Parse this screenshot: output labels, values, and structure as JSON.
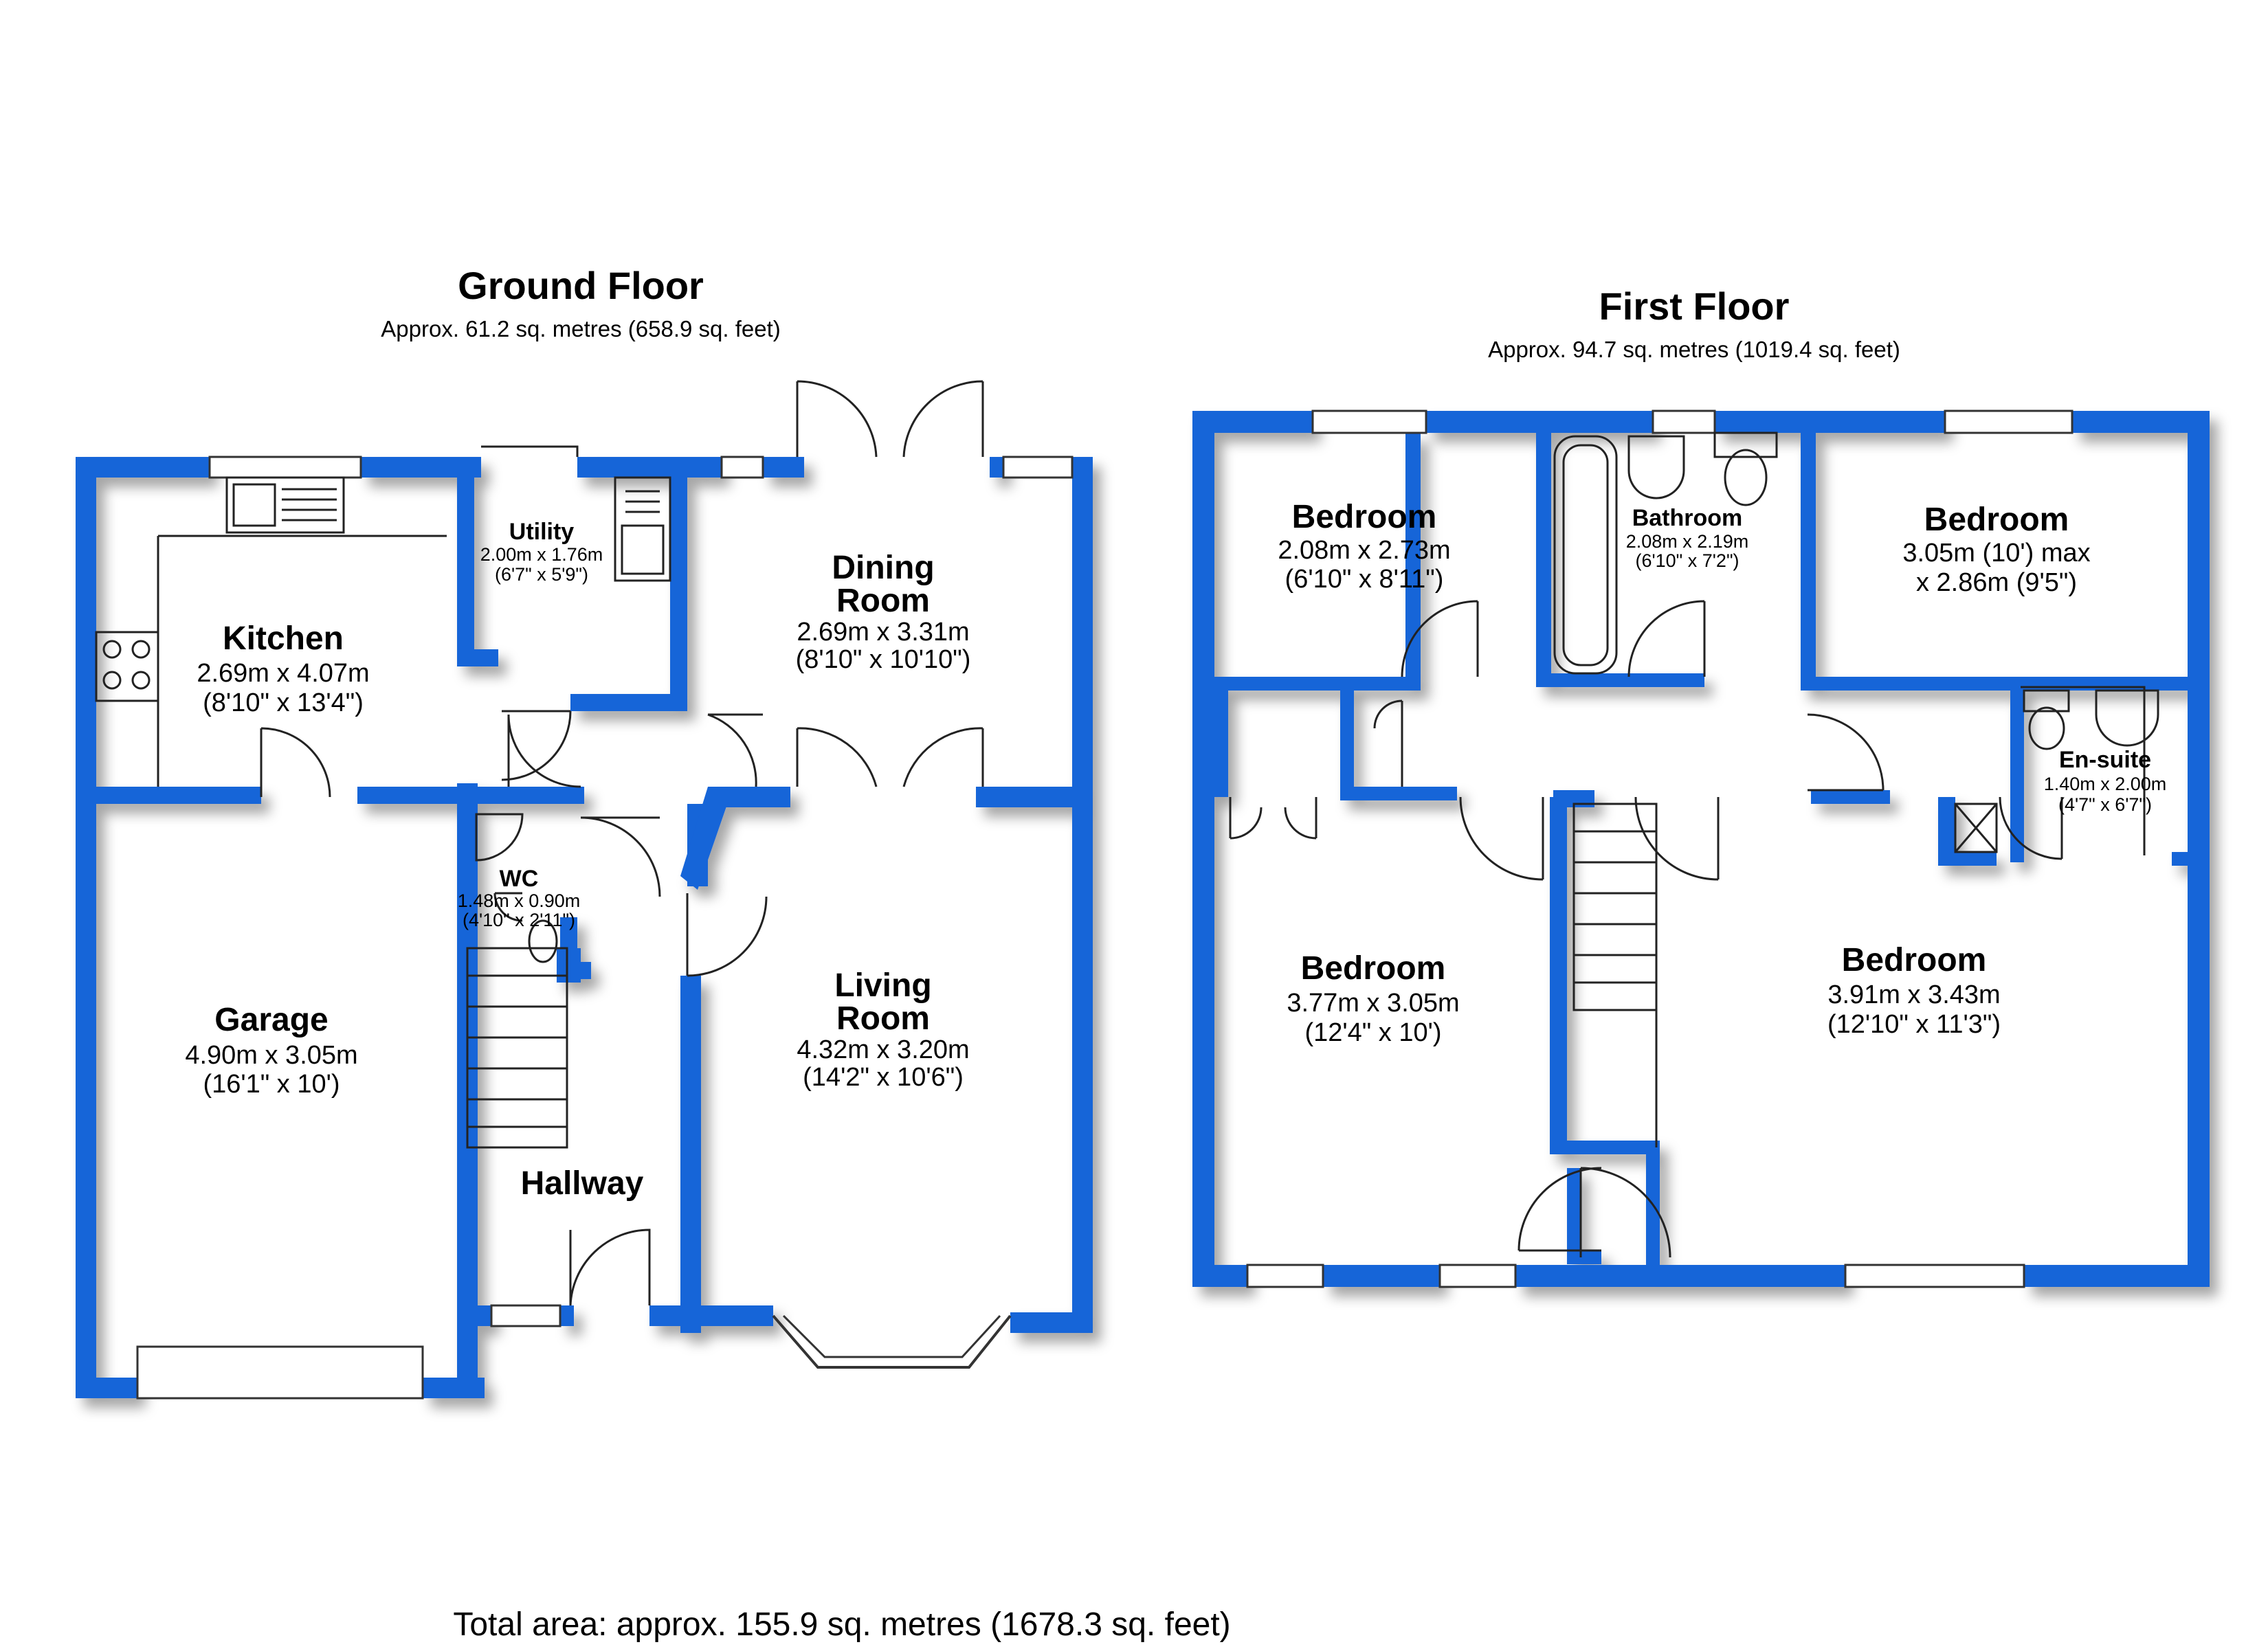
{
  "plan": {
    "ground_floor": {
      "title": "Ground Floor",
      "area": "Approx. 61.2 sq. metres (658.9 sq. feet)",
      "rooms": [
        {
          "name": "Kitchen",
          "dims": "2.69m x 4.07m",
          "imperial": "(8'10\" x 13'4\")"
        },
        {
          "name": "Utility",
          "dims": "2.00m x 1.76m",
          "imperial": "(6'7\" x 5'9\")"
        },
        {
          "name_lines": [
            "Dining",
            "Room"
          ],
          "dims": "2.69m x 3.31m",
          "imperial": "(8'10\" x 10'10\")"
        },
        {
          "name": "WC",
          "dims": "1.48m x 0.90m",
          "imperial": "(4'10\" x 2'11\")"
        },
        {
          "name": "Garage",
          "dims": "4.90m x 3.05m",
          "imperial": "(16'1\" x 10')"
        },
        {
          "name_lines": [
            "Living",
            "Room"
          ],
          "dims": "4.32m x 3.20m",
          "imperial": "(14'2\" x 10'6\")"
        },
        {
          "name": "Hallway"
        }
      ]
    },
    "first_floor": {
      "title": "First Floor",
      "area": "Approx. 94.7 sq. metres (1019.4 sq. feet)",
      "rooms": [
        {
          "name": "Bedroom",
          "dims": "2.08m x 2.73m",
          "imperial": "(6'10\" x 8'11\")"
        },
        {
          "name": "Bathroom",
          "dims": "2.08m x 2.19m",
          "imperial": "(6'10\" x 7'2\")"
        },
        {
          "name": "Bedroom",
          "dims": "3.05m (10') max",
          "imperial": "x 2.86m (9'5\")"
        },
        {
          "name": "En-suite",
          "dims": "1.40m x 2.00m",
          "imperial": "(4'7\" x 6'7\")"
        },
        {
          "name": "Bedroom",
          "dims": "3.77m x 3.05m",
          "imperial": "(12'4\" x 10')"
        },
        {
          "name": "Bedroom",
          "dims": "3.91m x 3.43m",
          "imperial": "(12'10\" x 11'3\")"
        }
      ]
    },
    "total": "Total area: approx. 155.9 sq. metres (1678.3 sq. feet)",
    "wall_color": "#1565d8"
  }
}
